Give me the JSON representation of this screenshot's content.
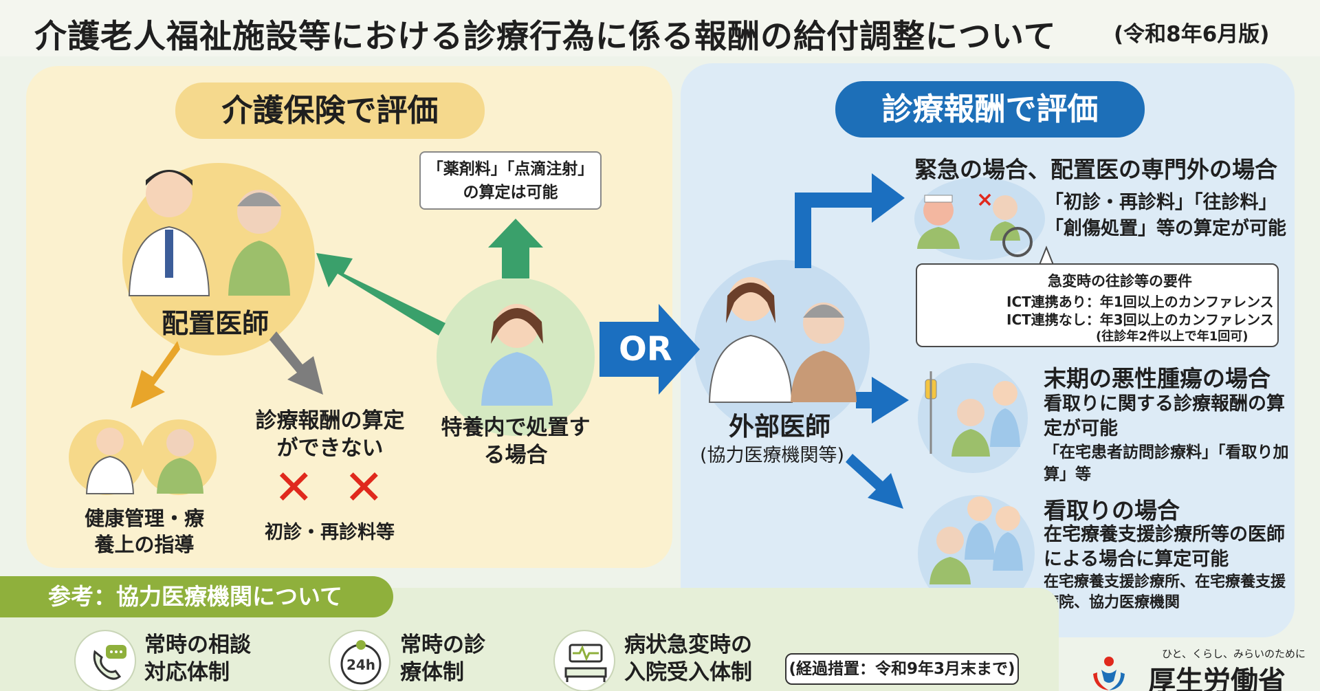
{
  "header": {
    "title": "介護老人福祉施設等における診療行為に係る報酬の給付調整について",
    "edition": "(令和8年6月版)"
  },
  "left": {
    "heading": "介護保険で評価",
    "haichi_label": "配置医師",
    "kenko_label": "健康管理・療養上の指導",
    "cannot_label": "診療報酬の算定ができない",
    "shoshin_label": "初診・再診料等",
    "yakuzai_box": "「薬剤料」「点滴注射」の算定は可能",
    "nurse_label": "特養内で処置する場合"
  },
  "or_label": "OR",
  "right": {
    "heading": "診療報酬で評価",
    "gaibu_label": "外部医師",
    "kyoryoku_label": "(協力医療機関等)",
    "emergency": {
      "title": "緊急の場合、配置医の専門外の場合",
      "text": "「初診・再診料」「往診料」「創傷処置」等の算定が可能"
    },
    "kyuhen": {
      "title": "急変時の往診等の要件",
      "line1": "ICT連携あり：年1回以上のカンファレンス",
      "line2": "ICT連携なし：年3回以上のカンファレンス",
      "line3": "(往診年2件以上で年1回可)"
    },
    "malignant": {
      "title": "末期の悪性腫瘍の場合",
      "text": "看取りに関する診療報酬の算定が可能",
      "sub": "「在宅患者訪問診療料」「看取り加算」等"
    },
    "mitori": {
      "title": "看取りの場合",
      "text": "在宅療養支援診療所等の医師による場合に算定可能",
      "sub": "在宅療養支援診療所、在宅療養支援病院、協力医療機関"
    }
  },
  "reference": {
    "tab": "参考：協力医療機関について",
    "items": [
      {
        "icon": "phone-chat-icon",
        "text": "常時の相談対応体制"
      },
      {
        "icon": "clock-24h-icon",
        "text": "常時の診療体制"
      },
      {
        "icon": "hospital-bed-icon",
        "text": "病状急変時の入院受入体制"
      }
    ],
    "transitional": "(経過措置：令和9年3月末まで)"
  },
  "ministry": {
    "slogan": "ひと、くらし、みらいのために",
    "name": "厚生労働省"
  },
  "colors": {
    "left_panel": "#fbf1cf",
    "right_panel": "#ddebf6",
    "green_arrow": "#3aa06b",
    "orange_arrow": "#e8a52a",
    "gray_arrow": "#7d7d7d",
    "blue_arrow": "#1b6fc0",
    "red_x": "#e0291d"
  }
}
